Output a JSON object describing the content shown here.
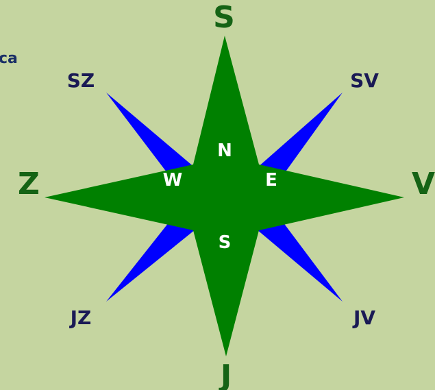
{
  "caption_fragment": "ca",
  "colors": {
    "background": "#c5d5a0",
    "main_star": "#008000",
    "diagonal_star": "#0000ff",
    "outer_label": "#156315",
    "diagonal_label": "#1a1a55",
    "inner_label": "#ffffff",
    "caption": "#1a2f66"
  },
  "labels": {
    "north": "S",
    "south": "J",
    "west": "Z",
    "east": "V",
    "northwest": "SZ",
    "northeast": "SV",
    "southwest": "JZ",
    "southeast": "JV",
    "inner_north": "N",
    "inner_south": "S",
    "inner_west": "W",
    "inner_east": "E"
  }
}
